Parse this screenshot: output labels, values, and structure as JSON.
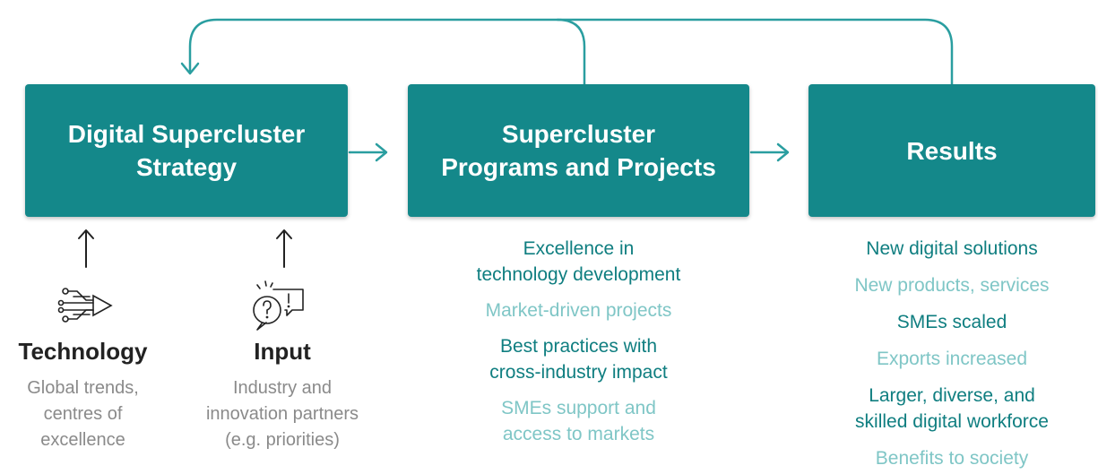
{
  "boxes": {
    "strategy": "Digital Supercluster\nStrategy",
    "programs": "Supercluster\nPrograms and Projects",
    "results": "Results"
  },
  "sources": {
    "technology": {
      "title": "Technology",
      "description": "Global trends,\ncentres of\nexcellence",
      "icon": "technology-circuit-icon"
    },
    "input": {
      "title": "Input",
      "description": "Industry and\ninnovation partners\n(e.g. priorities)",
      "icon": "input-speech-bubbles-icon"
    }
  },
  "programs_list": [
    {
      "text": "Excellence in\ntechnology development",
      "tone": "dark"
    },
    {
      "text": "Market-driven projects",
      "tone": "light"
    },
    {
      "text": "Best practices with\ncross-industry impact",
      "tone": "dark"
    },
    {
      "text": "SMEs support and\naccess to markets",
      "tone": "light"
    }
  ],
  "results_list": [
    {
      "text": "New digital solutions",
      "tone": "dark"
    },
    {
      "text": "New products, services",
      "tone": "light"
    },
    {
      "text": "SMEs scaled",
      "tone": "dark"
    },
    {
      "text": "Exports increased",
      "tone": "light"
    },
    {
      "text": "Larger, diverse, and\nskilled digital workforce",
      "tone": "dark"
    },
    {
      "text": "Benefits to society",
      "tone": "light"
    }
  ],
  "colors": {
    "box_fill": "#14888a",
    "connector": "#2a9ea0",
    "dark_text": "#0f7e80",
    "light_text": "#7fc6c6",
    "grey_text": "#8a8a8a"
  }
}
